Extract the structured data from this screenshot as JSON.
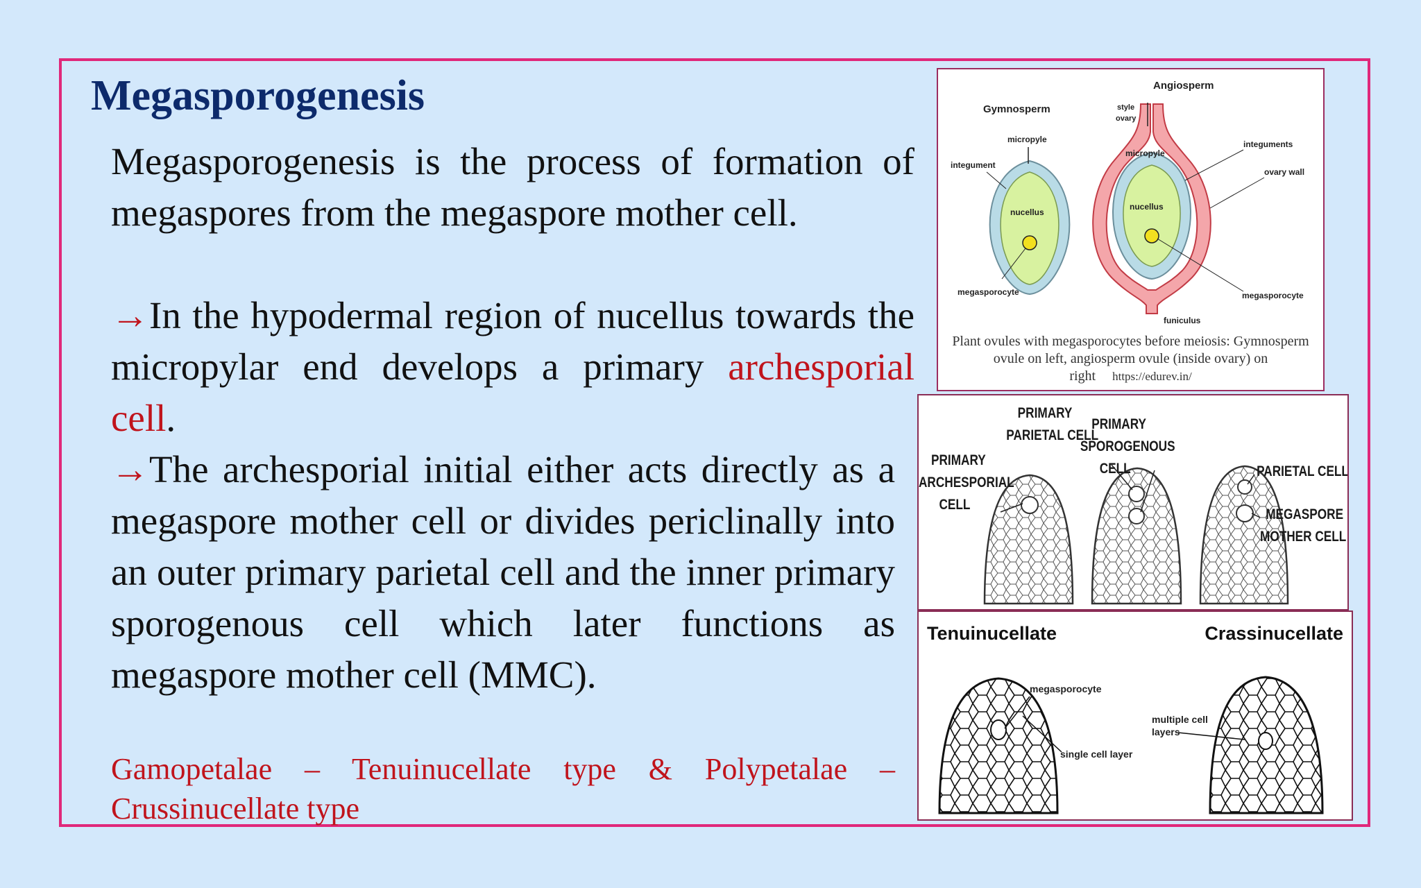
{
  "slide": {
    "title": "Megasporogenesis",
    "para1": "Megasporogenesis is the process of formation of megaspores from the megaspore mother cell.",
    "arrow": "→",
    "para2_a": "In the hypodermal region of nucellus towards the micropylar end develops a primary ",
    "para2_highlight": "archesporial cell",
    "para2_end": ".",
    "para3": "The archesporial initial either acts directly as a megaspore mother cell or divides periclinally into an outer primary parietal cell and the inner primary sporogenous cell which later functions as megaspore mother cell (MMC).",
    "note": "Gamopetalae – Tenuinucellate type & Polypetalae – Crussinucellate type"
  },
  "figure1": {
    "gymnosperm": "Gymnosperm",
    "angiosperm": "Angiosperm",
    "micropyle": "micropyle",
    "integument": "integument",
    "nucellus": "nucellus",
    "megasporocyte": "megasporocyte",
    "style": "style",
    "ovary": "ovary",
    "integuments": "integuments",
    "ovary_wall": "ovary wall",
    "funiculus": "funiculus",
    "caption": "Plant ovules with megasporocytes before meiosis: Gymnosperm ovule on left, angiosperm ovule (inside ovary) on right",
    "url": "https://edurev.in/"
  },
  "figure2": {
    "primary": "PRIMARY",
    "archesporial": "ARCHESPORIAL",
    "cell": "CELL",
    "parietal_cell": "PARIETAL CELL",
    "sporogenous": "SPOROGENOUS",
    "megaspore": "MEGASPORE",
    "mother_cell": "MOTHER CELL"
  },
  "figure3": {
    "tenuinucellate": "Tenuinucellate",
    "crassinucellate": "Crassinucellate",
    "megasporocyte": "megasporocyte",
    "single_cell_layer": "single cell layer",
    "multiple_cell": "multiple cell",
    "layers": "layers"
  },
  "colors": {
    "background": "#d3e8fb",
    "frame_border": "#e0287a",
    "title": "#0d2a6b",
    "highlight": "#c0141c"
  }
}
